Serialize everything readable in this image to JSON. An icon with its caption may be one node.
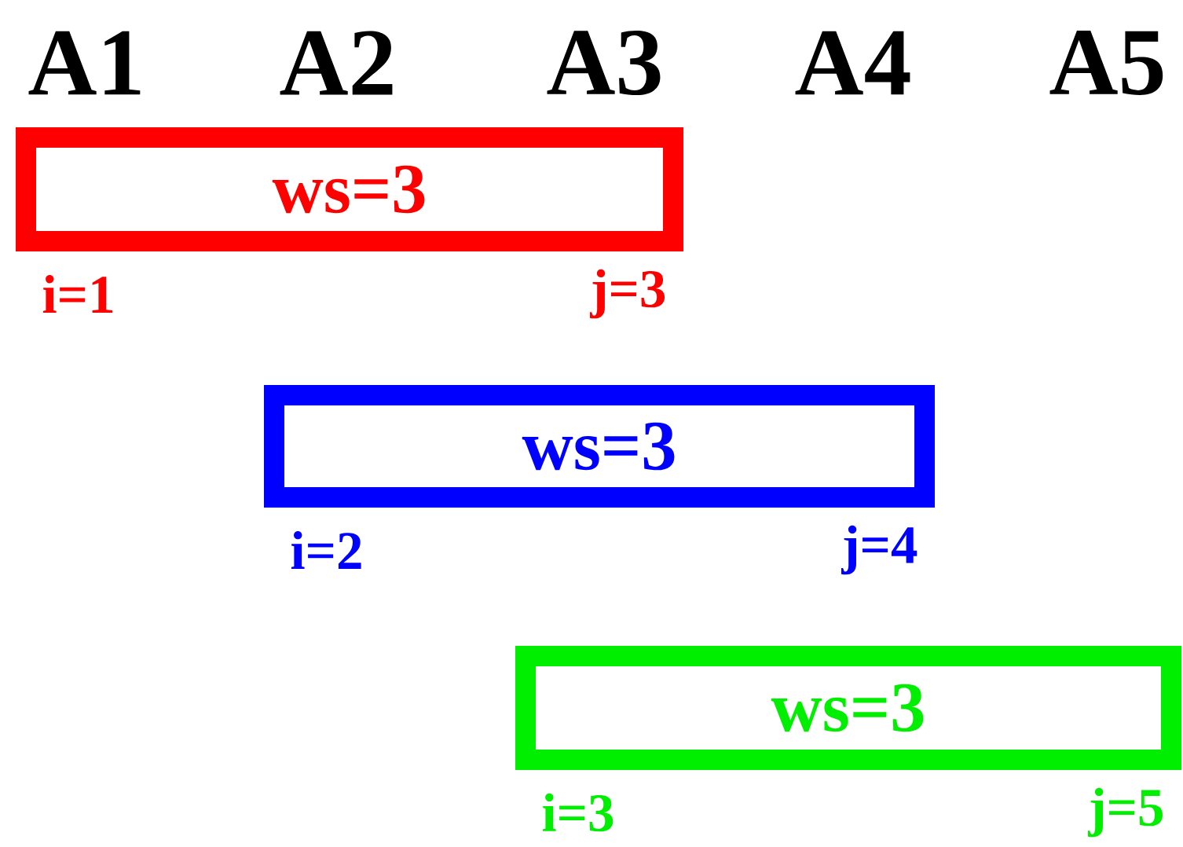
{
  "diagram": {
    "nodes": [
      {
        "text": [
          "ws=3"
        ],
        "beside": [
          "i=1",
          "j=3"
        ]
      },
      {
        "text": [
          "ws=3"
        ],
        "beside": [
          "i=2",
          "j=4"
        ]
      },
      {
        "text": [
          "ws=3"
        ],
        "beside": [
          "i=3",
          "j=5"
        ]
      }
    ],
    "labels": [
      "A1",
      "A2",
      "A3",
      "A4",
      "A5"
    ]
  }
}
